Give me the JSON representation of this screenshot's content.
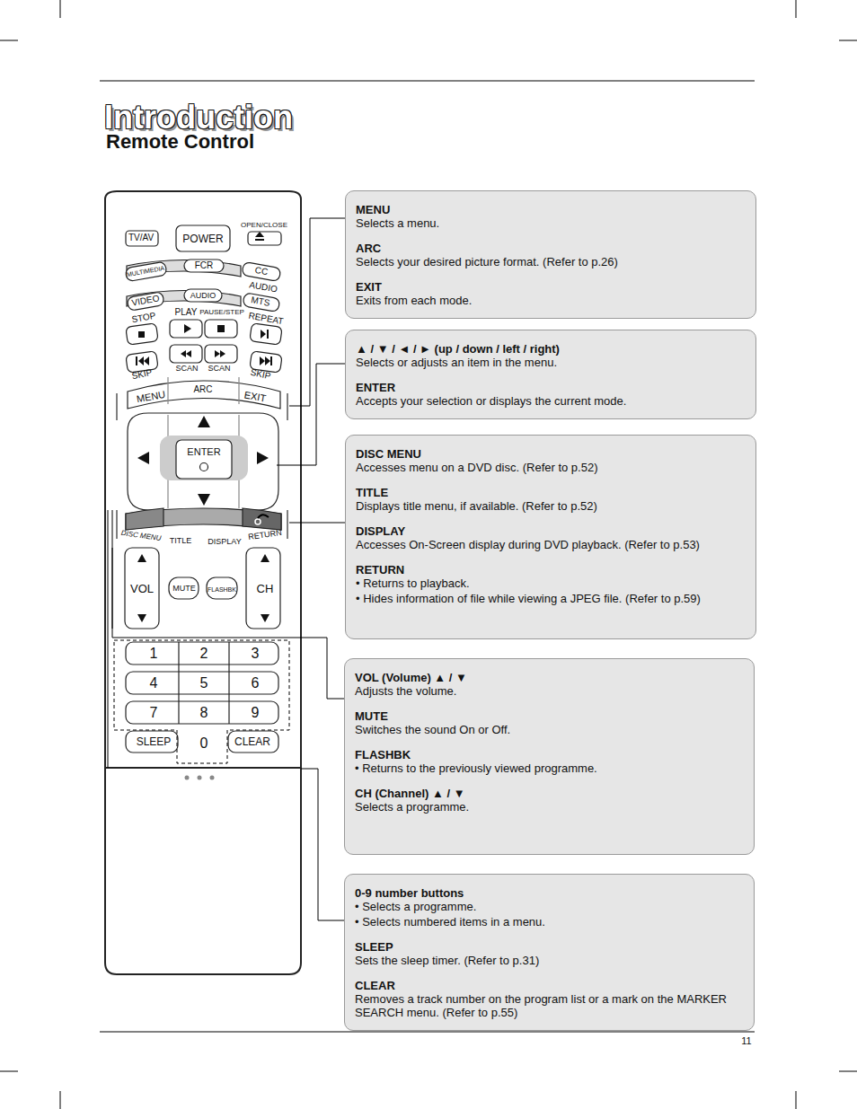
{
  "diagram": {
    "title": "Introduction",
    "nodes": [
      {
        "text": [
          "MENU",
          "Selects a menu.",
          "ARC",
          "Selects your desired picture format. (Refer to p.26)",
          "EXIT",
          "Exits from each mode."
        ]
      },
      {
        "text": [
          "▲ / ▼ / ◄ / ► (up / down / left / right)",
          "Selects or adjusts an item in the menu.",
          "ENTER",
          "Accepts your selection or displays the current mode."
        ]
      },
      {
        "text": [
          "DISC MENU",
          "Accesses menu on a DVD disc. (Refer to p.52)",
          "TITLE",
          "Displays title menu, if available. (Refer to p.52)",
          "DISPLAY",
          "Accesses On-Screen display during DVD playback. (Refer to p.53)",
          "RETURN",
          "• Returns to playback.",
          "• Hides information of file while viewing a JPEG file. (Refer to p.59)"
        ]
      },
      {
        "text": [
          "VOL (Volume) ▲ / ▼",
          "Adjusts the volume.",
          "MUTE",
          "Switches the sound On or Off.",
          "FLASHBK",
          "• Returns to the previously viewed programme.",
          "CH (Channel) ▲ / ▼",
          "Selects a programme."
        ]
      },
      {
        "text": [
          "0-9 number buttons",
          "• Selects a programme.",
          "• Selects numbered items in a menu.",
          "SLEEP",
          "Sets the sleep timer. (Refer to p.31)",
          "CLEAR",
          "Removes a track number on the program list or a mark on the MARKER SEARCH menu. (Refer to p.55)"
        ]
      }
    ],
    "labels": [
      "Remote Control",
      "11",
      "TV/AV",
      "POWER",
      "OPEN/CLOSE",
      "MULTIMEDIA",
      "FCR",
      "CC",
      "AUDIO",
      "AUDIO",
      "MTS",
      "VIDEO",
      "STOP",
      "PLAY",
      "PAUSE/STEP",
      "REPEAT",
      "SKIP",
      "SCAN",
      "SCAN",
      "SKIP",
      "MENU",
      "ARC",
      "EXIT",
      "ENTER",
      "DISC MENU",
      "TITLE",
      "DISPLAY",
      "RETURN",
      "VOL",
      "MUTE",
      "FLASHBK",
      "CH",
      "1",
      "2",
      "3",
      "4",
      "5",
      "6",
      "7",
      "8",
      "9",
      "SLEEP",
      "0",
      "CLEAR"
    ]
  }
}
